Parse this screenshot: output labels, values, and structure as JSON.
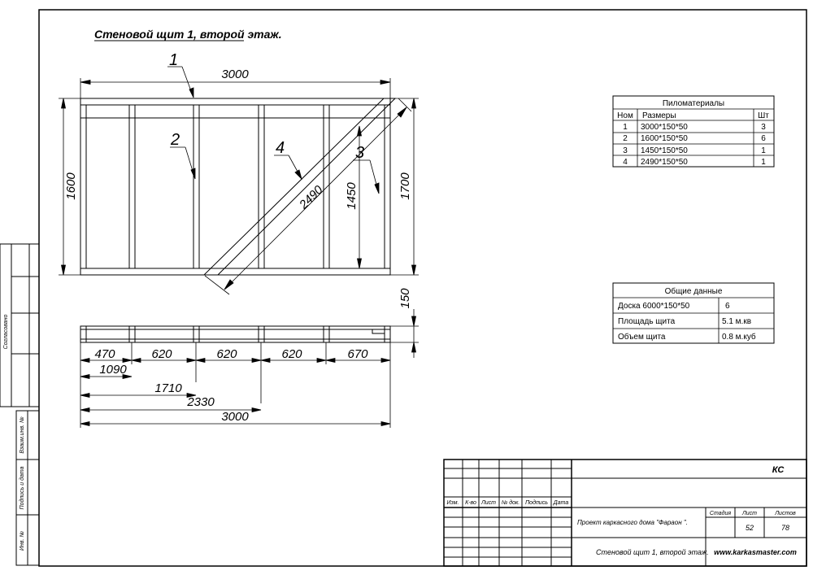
{
  "title": "Стеновой щит 1, второй этаж.",
  "drawing": {
    "callouts": [
      "1",
      "2",
      "3",
      "4"
    ],
    "dimensions": {
      "overall_length": "3000",
      "height_left": "1600",
      "height_right": "1700",
      "stud_height": "1450",
      "brace_length": "2490",
      "plate_height": "150",
      "segments": [
        "470",
        "620",
        "620",
        "620",
        "670"
      ],
      "cumulative": [
        "1090",
        "1710",
        "2330",
        "3000"
      ]
    }
  },
  "materials_table": {
    "title": "Пиломатериалы",
    "headers": [
      "Ном",
      "Размеры",
      "Шт"
    ],
    "rows": [
      [
        "1",
        "3000*150*50",
        "3"
      ],
      [
        "2",
        "1600*150*50",
        "6"
      ],
      [
        "3",
        "1450*150*50",
        "1"
      ],
      [
        "4",
        "2490*150*50",
        "1"
      ]
    ]
  },
  "summary_table": {
    "title": "Общие данные",
    "rows": [
      [
        "Доска 6000*150*50",
        "6"
      ],
      [
        "Площадь щита",
        "5.1 м.кв"
      ],
      [
        "Объем щита",
        "0.8 м.куб"
      ]
    ]
  },
  "left_strip": {
    "agreed": "Согласовано",
    "inv_replace": "Взаим.инв. №",
    "sign_date": "Подпись и дата",
    "inv_orig": "Инв. №"
  },
  "title_block": {
    "code": "КС",
    "col_headers": [
      "Изм.",
      "К-во",
      "Лист",
      "№ док.",
      "Подпись",
      "Дата"
    ],
    "project": "Проект каркасного дома  \"Фараон \".",
    "stage_label": "Стадия",
    "sheet_label": "Лист",
    "sheets_label": "Листов",
    "sheet": "52",
    "sheets": "78",
    "sheet_title": "Стеновой щит 1, второй этаж.",
    "website": "www.karkasmaster.com"
  }
}
